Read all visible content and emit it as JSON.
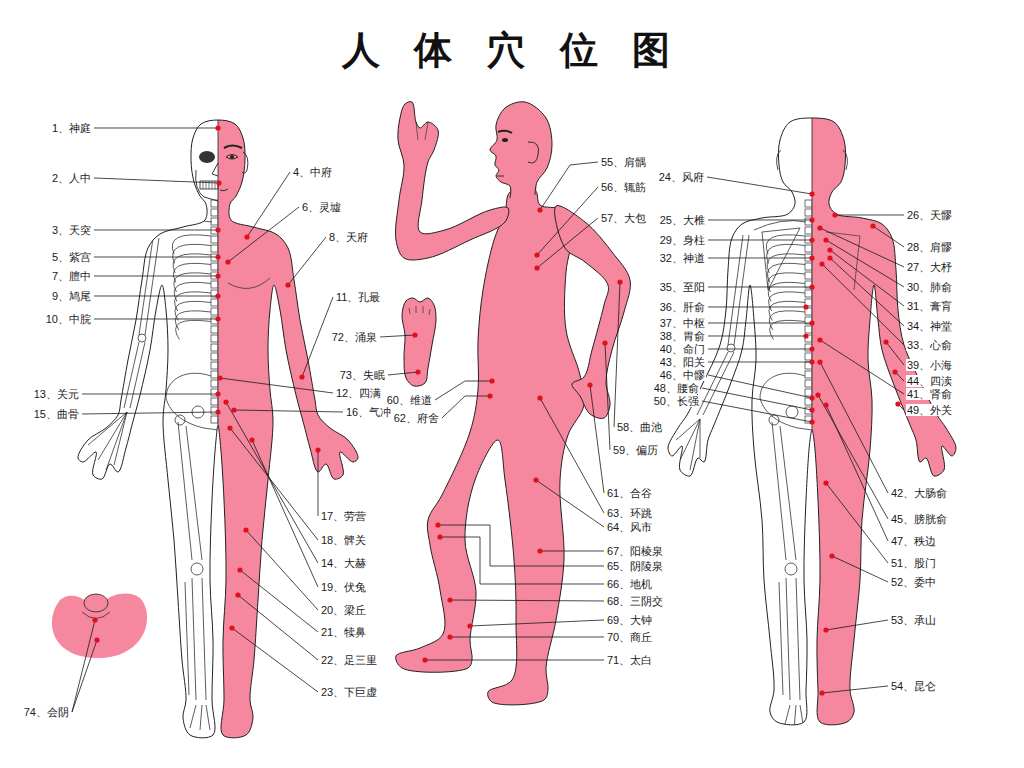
{
  "diagram": {
    "title": "人 体 穴 位 图",
    "labels": [
      "1、神庭",
      "2、人中",
      "3、天突",
      "4、中府",
      "5、紫宫",
      "6、灵墟",
      "7、膻中",
      "8、天府",
      "9、鸠尾",
      "10、中脘",
      "11、孔最",
      "12、四满",
      "13、关元",
      "14、大赫",
      "15、曲骨",
      "16、气冲",
      "17、劳营",
      "18、髀关",
      "19、伏兔",
      "20、梁丘",
      "21、犊鼻",
      "22、足三里",
      "23、下巨虚",
      "24、风府",
      "25、大椎",
      "26、天髎",
      "27、大杼",
      "28、肩髎",
      "29、身柱",
      "30、肺俞",
      "31、膏肓",
      "32、神道",
      "33、心俞",
      "34、神堂",
      "35、至阳",
      "36、肝俞",
      "37、中枢",
      "38、胃俞",
      "39、小海",
      "40、命门",
      "41、肾俞",
      "42、大肠俞",
      "43、阳关",
      "44、四渎",
      "45、膀胱俞",
      "46、中髎",
      "47、秩边",
      "48、腰俞",
      "49、外关",
      "50、长强",
      "51、股门",
      "52、委中",
      "53、承山",
      "54、昆仑",
      "55、肩髃",
      "56、辄筋",
      "57、大包",
      "58、曲池",
      "59、偏历",
      "60、维道",
      "61、合谷",
      "62、府舍",
      "63、环跳",
      "64、风市",
      "65、阴陵泉",
      "66、地机",
      "67、阳棱泉",
      "68、三阴交",
      "69、大钟",
      "70、商丘",
      "71、太白",
      "72、涌泉",
      "73、失眠",
      "74、会阴"
    ]
  }
}
